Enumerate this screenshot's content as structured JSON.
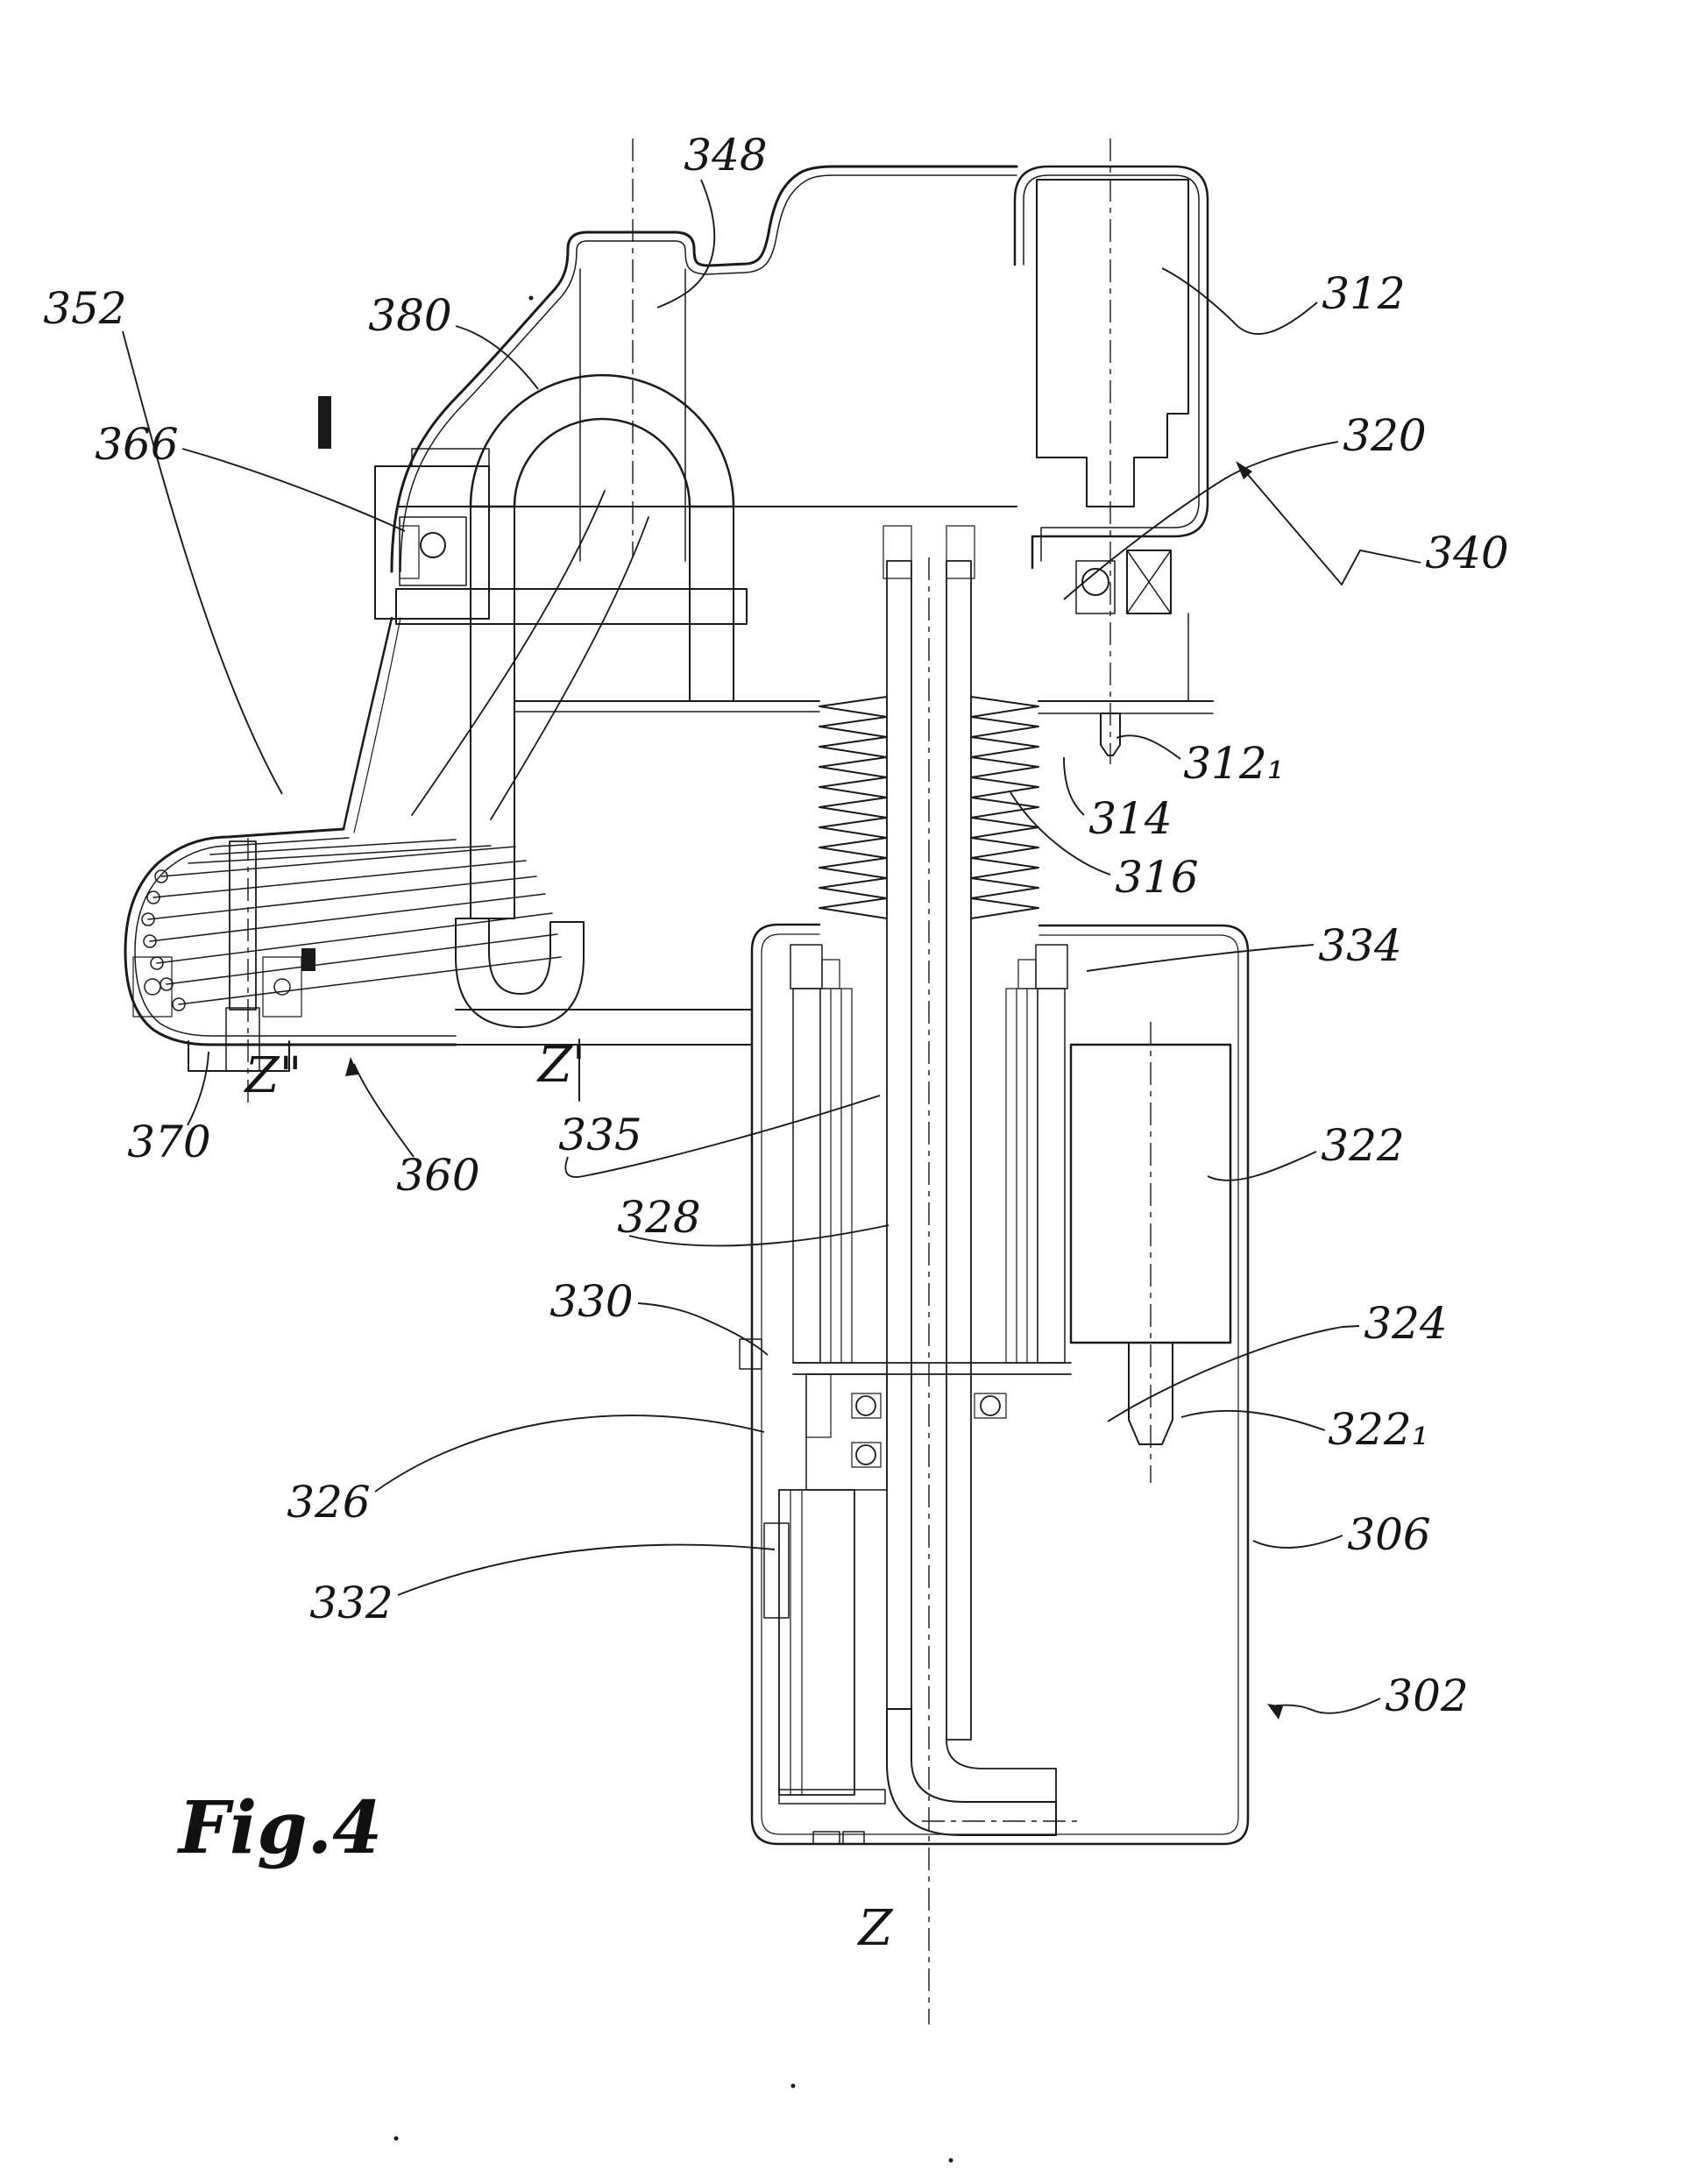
{
  "figure": {
    "caption": "Fig.4",
    "kind": "patent sectional drawing"
  },
  "colors": {
    "ink": "#1a1a1a",
    "background": "#ffffff"
  },
  "reference_labels": [
    {
      "id": "348",
      "text": "348"
    },
    {
      "id": "312",
      "text": "312"
    },
    {
      "id": "380",
      "text": "380"
    },
    {
      "id": "320",
      "text": "320"
    },
    {
      "id": "352",
      "text": "352"
    },
    {
      "id": "340",
      "text": "340"
    },
    {
      "id": "366",
      "text": "366"
    },
    {
      "id": "312-1",
      "text": "312₁"
    },
    {
      "id": "314",
      "text": "314"
    },
    {
      "id": "316",
      "text": "316"
    },
    {
      "id": "334",
      "text": "334"
    },
    {
      "id": "335",
      "text": "335"
    },
    {
      "id": "322",
      "text": "322"
    },
    {
      "id": "328",
      "text": "328"
    },
    {
      "id": "324",
      "text": "324"
    },
    {
      "id": "330",
      "text": "330"
    },
    {
      "id": "322-1",
      "text": "322₁"
    },
    {
      "id": "326",
      "text": "326"
    },
    {
      "id": "306",
      "text": "306"
    },
    {
      "id": "332",
      "text": "332"
    },
    {
      "id": "302",
      "text": "302"
    },
    {
      "id": "360",
      "text": "360"
    },
    {
      "id": "370",
      "text": "370"
    }
  ],
  "axis_labels": [
    {
      "id": "z-double-prime",
      "text": "Z\""
    },
    {
      "id": "z-prime",
      "text": "Z'"
    },
    {
      "id": "z-main",
      "text": "Z"
    }
  ]
}
